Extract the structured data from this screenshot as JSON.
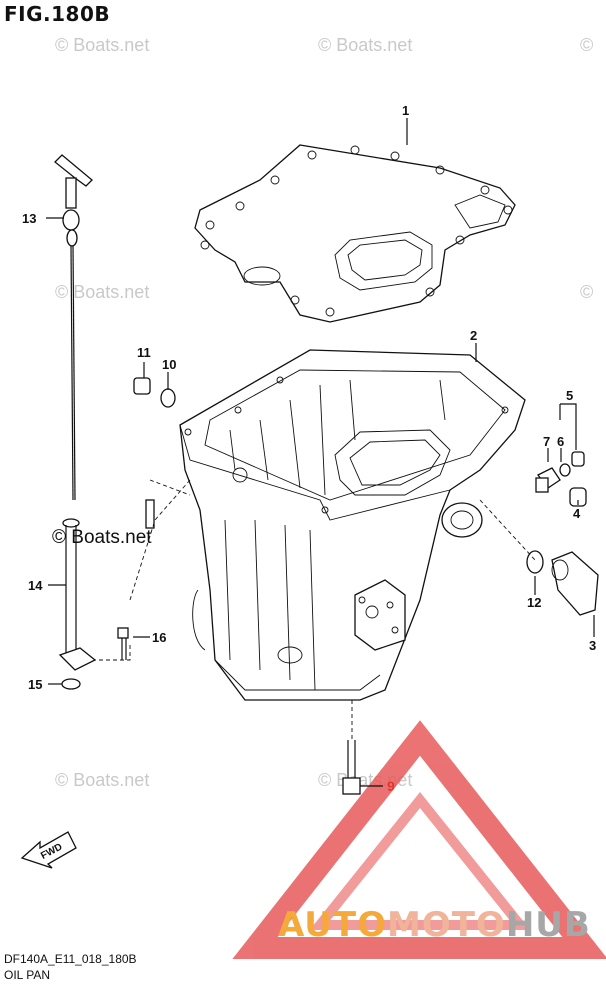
{
  "figure": {
    "title": "FIG.180B",
    "code": "DF140A_E11_018_180B",
    "caption": "OIL PAN"
  },
  "watermark": {
    "text": "© Boats.net"
  },
  "brand": {
    "part1": "AUTO",
    "part2": "MOTO",
    "part3": "HUB",
    "colors": {
      "auto": "#f4a93a",
      "moto": "#f1b39a",
      "hub": "#a7a7a7",
      "triangle": "#e85a5a"
    }
  },
  "fwd_label": "FWD",
  "callouts": [
    "1",
    "2",
    "3",
    "4",
    "5",
    "6",
    "7",
    "9",
    "10",
    "11",
    "12",
    "13",
    "14",
    "15",
    "16"
  ]
}
